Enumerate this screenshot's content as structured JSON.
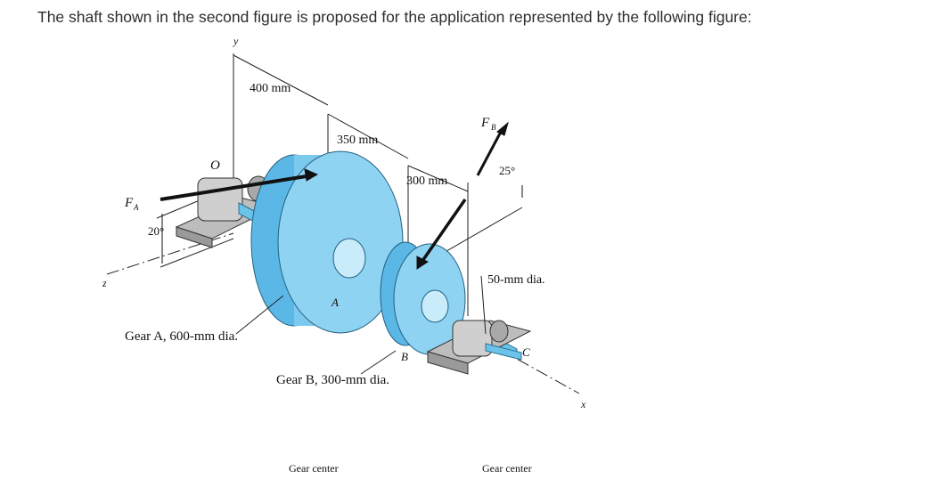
{
  "question": "The shaft shown in the second figure is proposed for the application represented by the following figure:",
  "figure": {
    "axis_y": "y",
    "axis_z": "z",
    "axis_x": "x",
    "origin": "O",
    "dim_400": "400 mm",
    "dim_350": "350 mm",
    "dim_300": "300 mm",
    "force_a_main": "F",
    "force_a_sub": "A",
    "force_b_main": "F",
    "force_b_sub": "B",
    "angle_a": "20°",
    "angle_b": "25°",
    "shaft_dia": "50-mm dia.",
    "point_a": "A",
    "point_b": "B",
    "point_c": "C",
    "gear_a": "Gear A, 600-mm dia.",
    "gear_b": "Gear B, 300-mm dia.",
    "gear_center_1": "Gear center",
    "gear_center_2": "Gear center"
  },
  "colors": {
    "gear": "#8fd3f2",
    "gear_dark": "#5bb8e6",
    "bearing": "#c4c4c4"
  }
}
